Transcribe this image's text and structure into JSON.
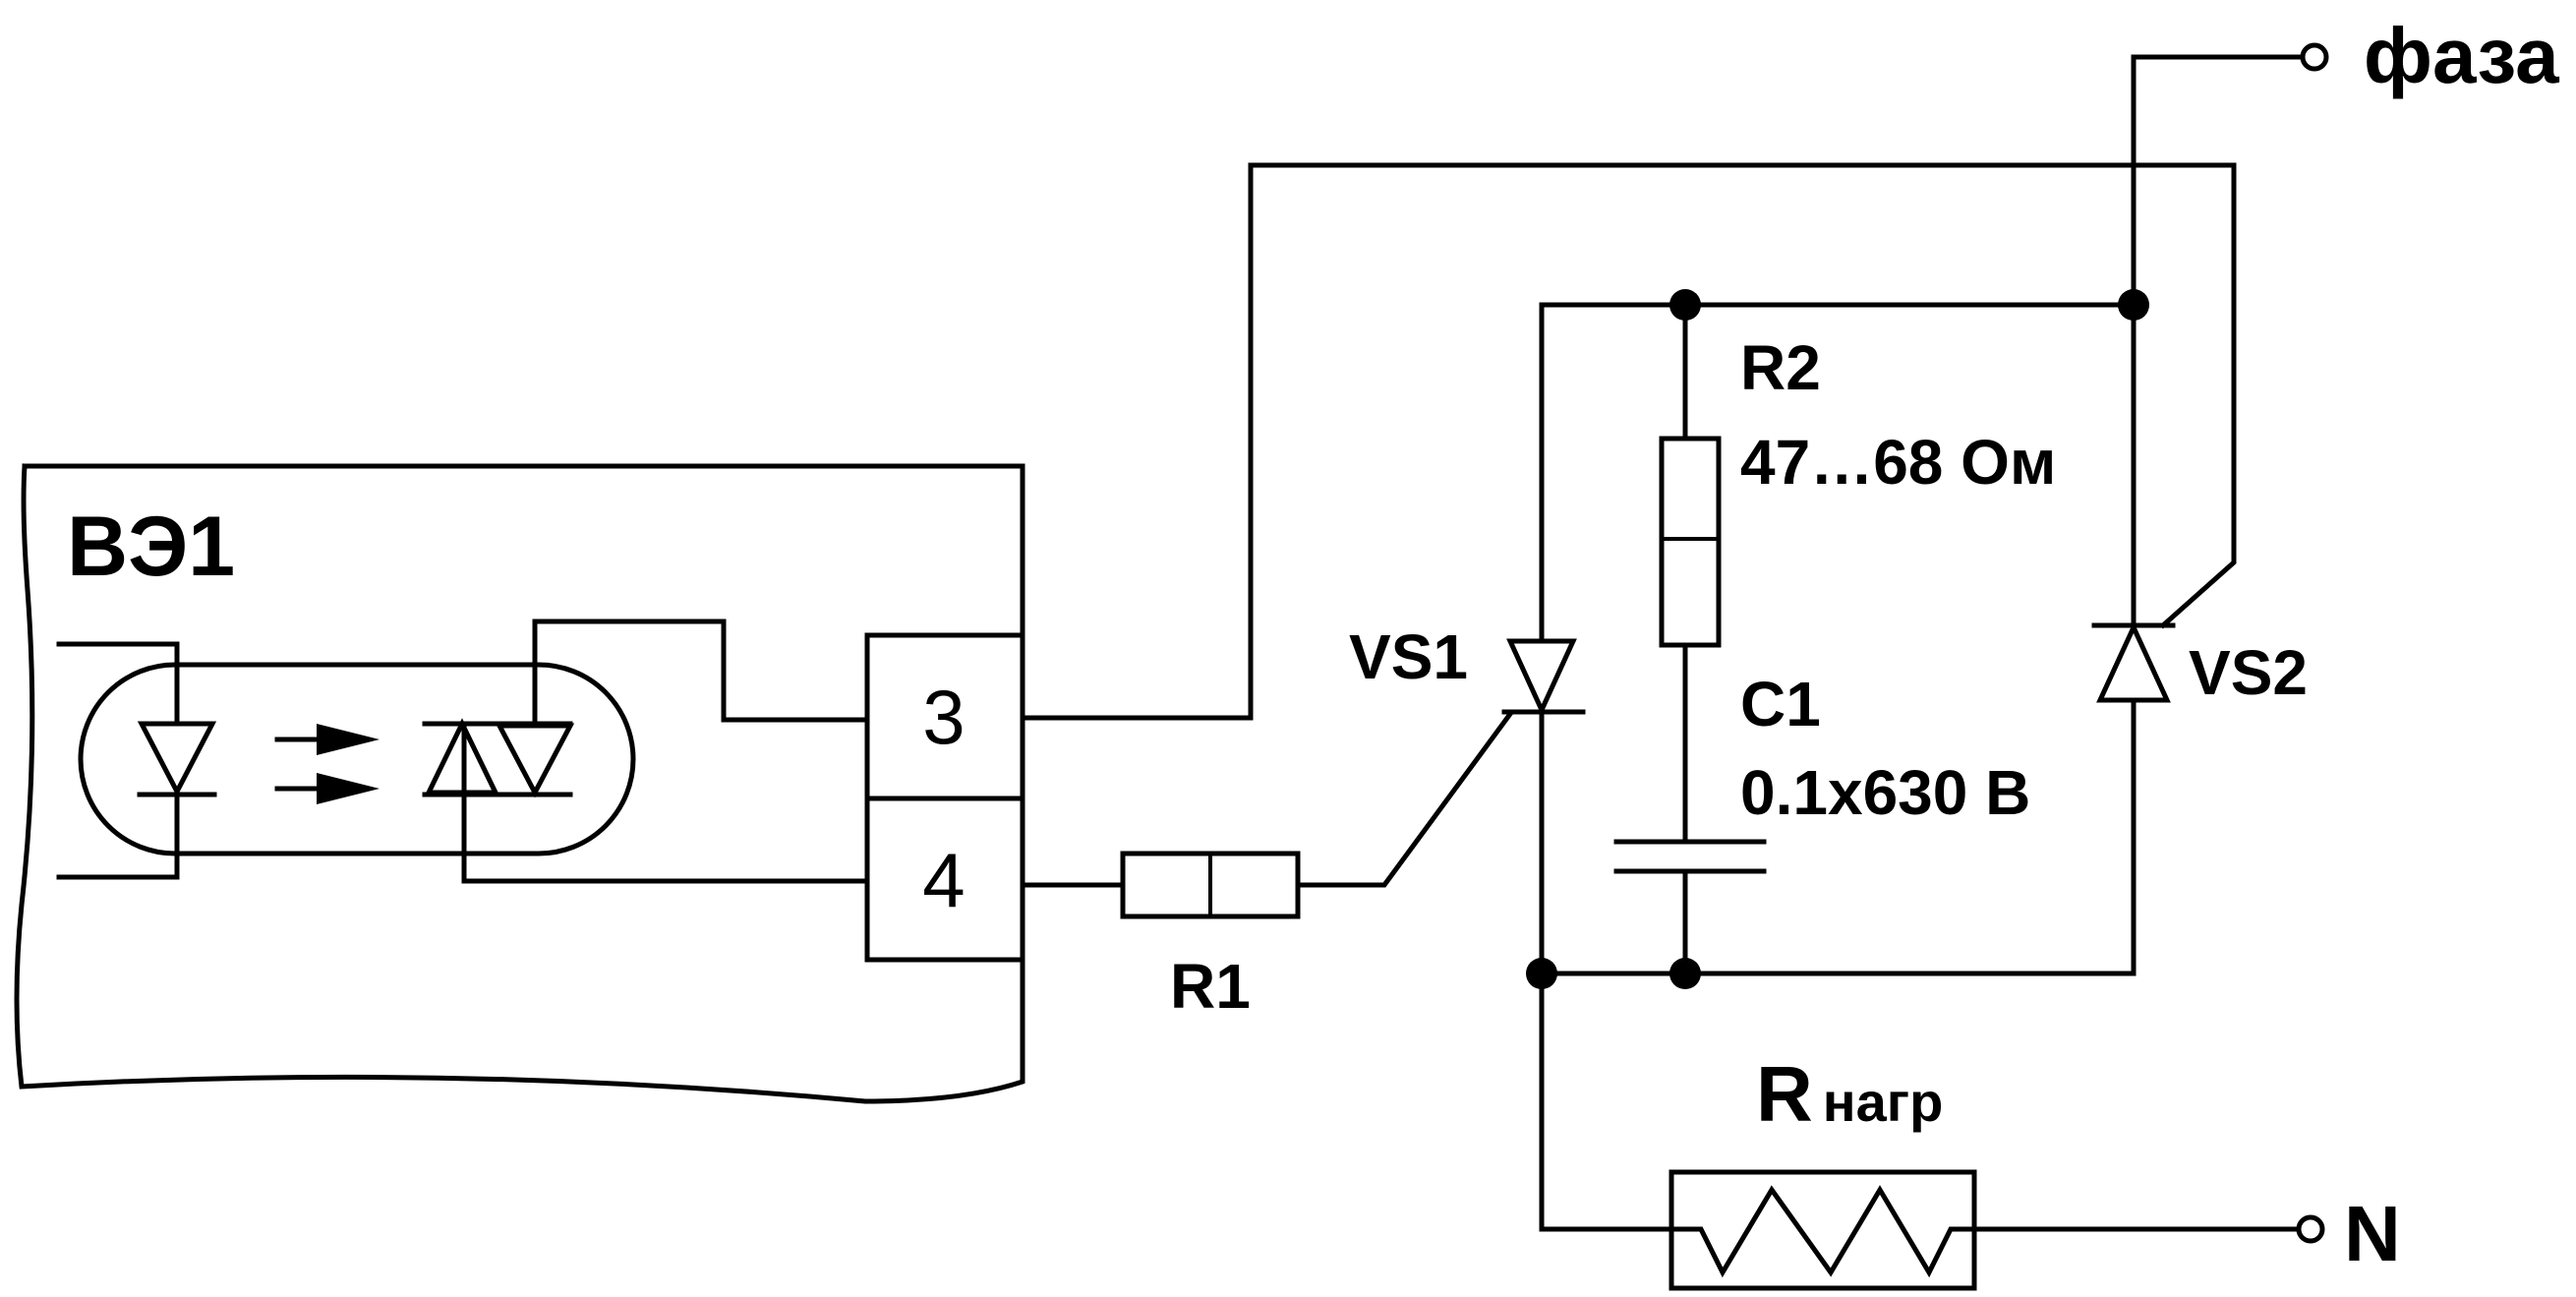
{
  "labels": {
    "module": "ВЭ1",
    "terminal_3": "3",
    "terminal_4": "4",
    "r1": "R1",
    "r2": "R2",
    "r2_value": "47…68 Ом",
    "c1": "C1",
    "c1_value": "0.1х630 В",
    "vs1": "VS1",
    "vs2": "VS2",
    "load_main": "R",
    "load_sub": "нагр",
    "phase": "фаза",
    "neutral": "N"
  }
}
